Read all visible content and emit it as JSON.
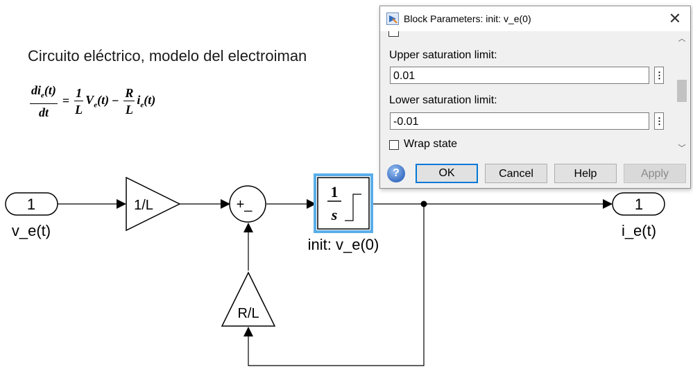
{
  "annotation": {
    "title": "Circuito eléctrico, modelo del electroiman",
    "equation": {
      "lhs_num": "di",
      "lhs_num_sub": "e",
      "lhs_num_arg": "(t)",
      "lhs_den": "dt",
      "eq": "=",
      "f1_num": "1",
      "f1_den": "L",
      "term1": "V",
      "term1_sub": "e",
      "term1_arg": "(t)",
      "minus": "−",
      "f2_num": "R",
      "f2_den": "L",
      "term2": "i",
      "term2_sub": "e",
      "term2_arg": "(t)"
    }
  },
  "blocks": {
    "inport": {
      "label": "1",
      "name": "v_e(t)"
    },
    "gain1": {
      "label": "1/L"
    },
    "sum": {
      "label": "+_"
    },
    "integrator": {
      "num": "1",
      "den": "s",
      "name": "init: v_e(0)"
    },
    "gain2": {
      "label": "R/L"
    },
    "outport": {
      "label": "1",
      "name": "i_e(t)"
    }
  },
  "dialog": {
    "title": "Block Parameters: init: v_e(0)",
    "close_glyph": "✕",
    "upper_label": "Upper saturation limit:",
    "upper_value": "0.01",
    "lower_label": "Lower saturation limit:",
    "lower_value": "-0.01",
    "wrap_label": "Wrap state",
    "wrap_checked": false,
    "field_menu_glyph": "⋮",
    "scroll_up": "︿",
    "scroll_down": "﹀",
    "help_glyph": "?",
    "buttons": {
      "ok": "OK",
      "cancel": "Cancel",
      "help": "Help",
      "apply": "Apply"
    }
  },
  "colors": {
    "selection": "#5aaee8",
    "ok_border": "#0078d7",
    "dialog_bg": "#f0f0f0"
  },
  "icons": [
    "simulink-app-icon",
    "close-icon",
    "field-menu-icon",
    "help-icon",
    "scroll-up-icon",
    "scroll-down-icon"
  ]
}
